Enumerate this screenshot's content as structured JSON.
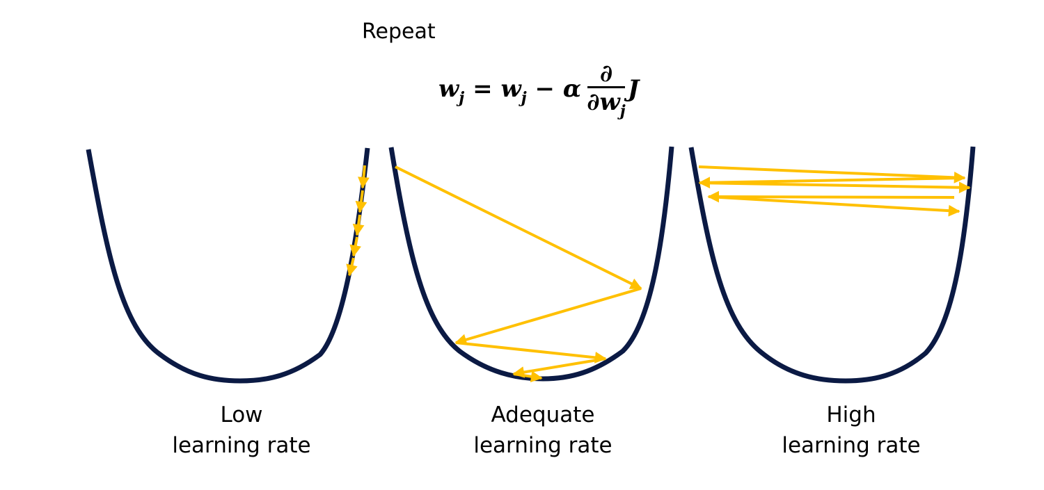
{
  "header": {
    "repeat": "Repeat"
  },
  "formula": {
    "lhs_var": "w",
    "lhs_sub": "j",
    "equals": "=",
    "rhs_var": "w",
    "rhs_sub": "j",
    "minus": "−",
    "alpha": "α",
    "frac_num": "∂",
    "frac_den_partial": "∂",
    "frac_den_var": "w",
    "frac_den_sub": "j",
    "cost": "J"
  },
  "panels": [
    {
      "id": "low",
      "caption_line1": "Low",
      "caption_line2": "learning rate"
    },
    {
      "id": "adequate",
      "caption_line1": "Adequate",
      "caption_line2": "learning rate"
    },
    {
      "id": "high",
      "caption_line1": "High",
      "caption_line2": "learning rate"
    }
  ],
  "colors": {
    "curve": "#0b1a44",
    "arrow": "#ffc000",
    "text": "#000000",
    "background": "#ffffff"
  }
}
